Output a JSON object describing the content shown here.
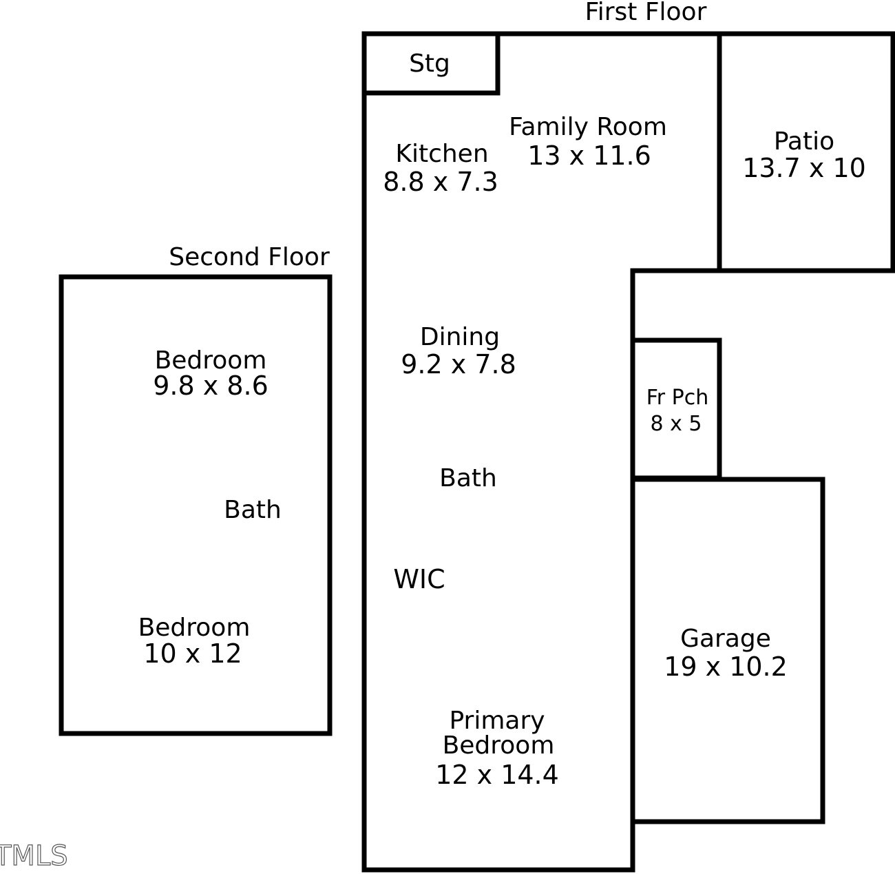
{
  "floors": {
    "first_floor_title": "First Floor",
    "second_floor_title": "Second Floor"
  },
  "rooms": {
    "stg": {
      "name": "Stg"
    },
    "family_room": {
      "name": "Family Room",
      "dims": "13 x 11.6"
    },
    "kitchen": {
      "name": "Kitchen",
      "dims": "8.8 x 7.3"
    },
    "patio": {
      "name": "Patio",
      "dims": "13.7 x 10"
    },
    "dining": {
      "name": "Dining",
      "dims": "9.2 x 7.8"
    },
    "front_porch": {
      "name": "Fr Pch",
      "dims": "8 x 5"
    },
    "first_bath": {
      "name": "Bath"
    },
    "wic": {
      "name": "WIC"
    },
    "garage": {
      "name": "Garage",
      "dims": "19 x 10.2"
    },
    "primary_bedroom": {
      "name_line1": "Primary",
      "name_line2": "Bedroom",
      "dims": "12 x 14.4"
    },
    "second_bedroom_1": {
      "name": "Bedroom",
      "dims": "9.8 x 8.6"
    },
    "second_bath": {
      "name": "Bath"
    },
    "second_bedroom_2": {
      "name": "Bedroom",
      "dims": "10 x 12"
    }
  },
  "watermark": "TMLS"
}
